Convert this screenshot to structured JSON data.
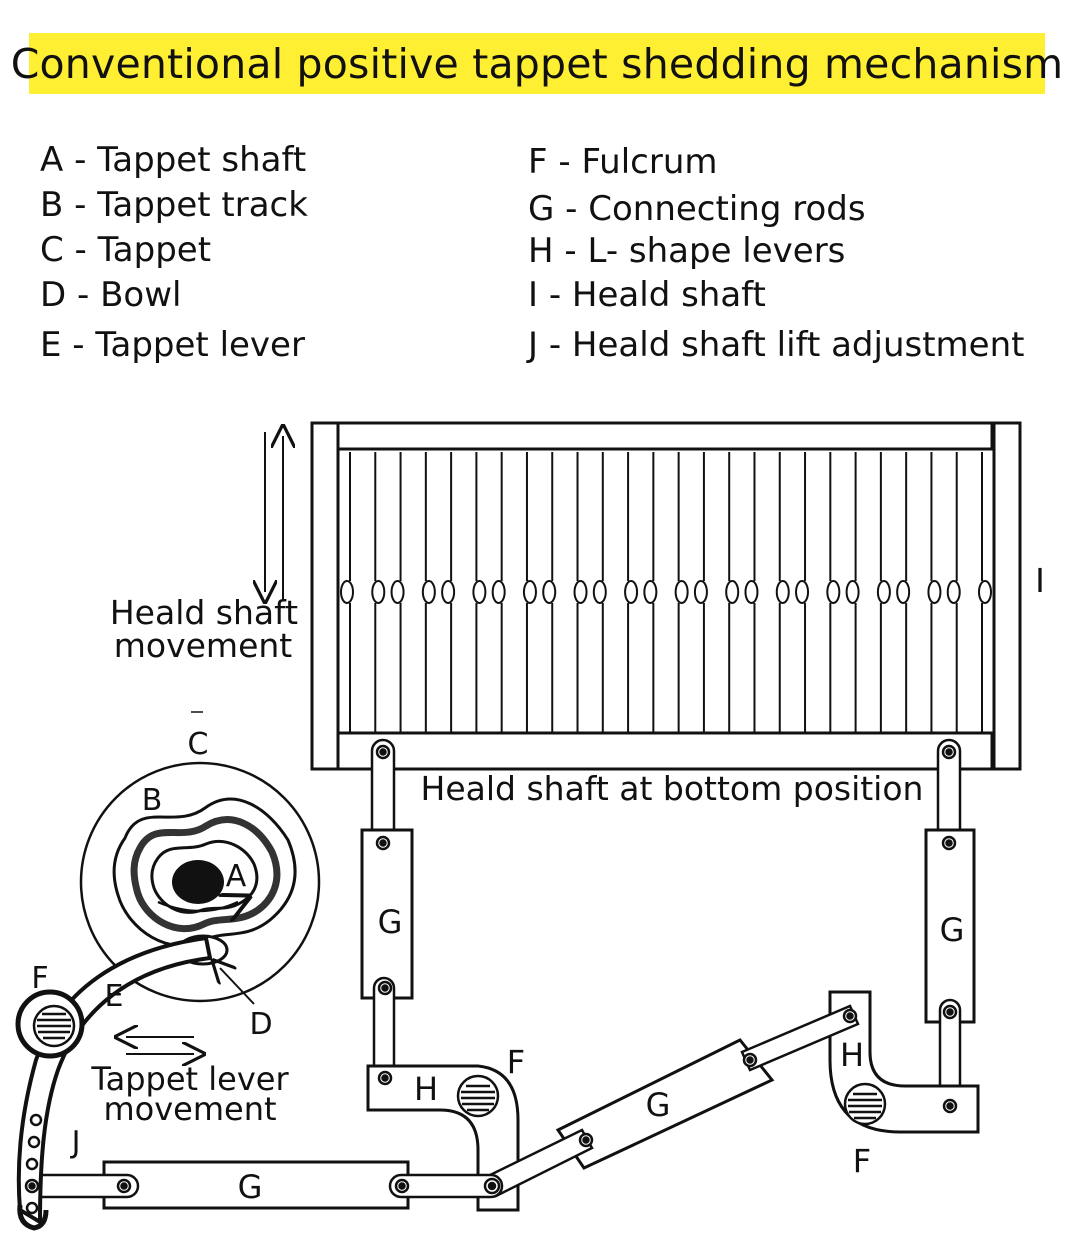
{
  "title": "Conventional positive tappet shedding mechanism",
  "legend": {
    "left": [
      {
        "key": "A",
        "sep": " - ",
        "label": "Tappet shaft"
      },
      {
        "key": "B",
        "sep": " - ",
        "label": "Tappet track"
      },
      {
        "key": "C",
        "sep": " - ",
        "label": "Tappet"
      },
      {
        "key": "D",
        "sep": "  - ",
        "label": "Bowl"
      },
      {
        "key": "E",
        "sep": "  - ",
        "label": "Tappet lever"
      }
    ],
    "right": [
      {
        "key": "F",
        "sep": " - ",
        "label": "Fulcrum"
      },
      {
        "key": "G",
        "sep": " - ",
        "label": "Connecting rods"
      },
      {
        "key": "H",
        "sep": " - ",
        "label": "L- shape levers"
      },
      {
        "key": "I",
        "sep": "  - ",
        "label": "Heald shaft"
      },
      {
        "key": "J",
        "sep": "  - ",
        "label": "Heald shaft lift adjustment"
      }
    ]
  },
  "labels": {
    "heald_shaft_movement_1": "Heald shaft",
    "heald_shaft_movement_2": "movement",
    "heald_bottom": "Heald shaft at bottom position",
    "tappet_lever_movement_1": "Tappet lever",
    "tappet_lever_movement_2": "movement",
    "A": "A",
    "B": "B",
    "C": "C",
    "D": "D",
    "E": "E",
    "F1": "F",
    "F2": "F",
    "F3": "F",
    "G1": "G",
    "G2": "G",
    "G3": "G",
    "G4": "G",
    "H1": "H",
    "H2": "H",
    "I": "I",
    "J": "J"
  },
  "colors": {
    "title_bg": "#ffef33",
    "ink": "#111111"
  },
  "heald_count": 26
}
